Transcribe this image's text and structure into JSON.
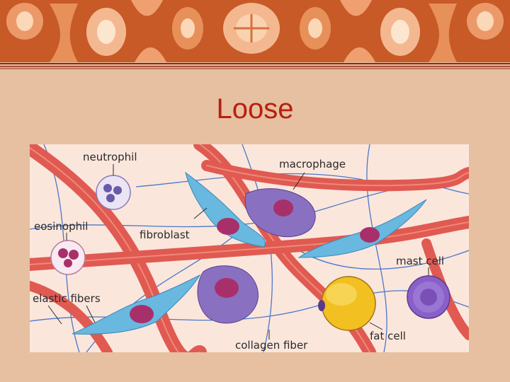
{
  "slide": {
    "title": "Loose"
  },
  "diagram": {
    "labels": {
      "neutrophil": "neutrophil",
      "macrophage": "macrophage",
      "eosinophil": "eosinophil",
      "fibroblast": "fibroblast",
      "mast_cell": "mast cell",
      "elastic_fibers": "elastic fibers",
      "fat_cell": "fat cell",
      "collagen_fiber": "collagen fiber"
    }
  },
  "colors": {
    "background": "#e6c0a0",
    "title": "#b81e10",
    "banner": "#d8703a",
    "collagen": "#e05a52",
    "fibroblast": "#68b8e0",
    "nucleus": "#a8306a",
    "macrophage": "#8a70c0",
    "fat_cell": "#f2c020",
    "mast_cell": "#8a60c8",
    "tissue_bg": "#fbe6dc"
  }
}
